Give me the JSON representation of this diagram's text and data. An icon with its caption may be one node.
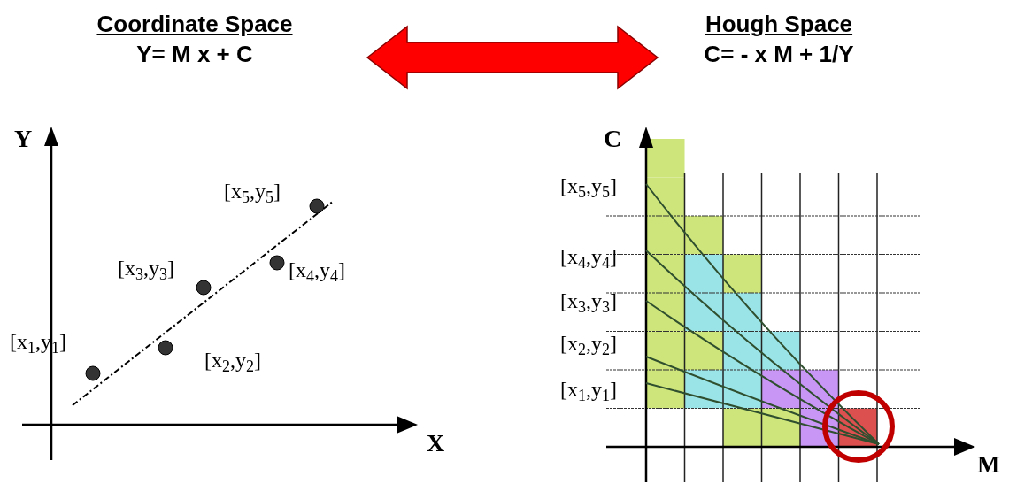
{
  "diagram": {
    "nodes": [
      {
        "text": [
          "Coordinate Space",
          "Y= M x + C"
        ]
      },
      {
        "text": [
          "Hough Space",
          "C= - x M + 1/Y"
        ]
      }
    ],
    "edges": [
      {
        "from": 0,
        "to": 1,
        "arrow": "both",
        "style": "thick",
        "color": "#ff0000"
      }
    ],
    "labels": [
      "Y",
      "[x$_{5}$,y$_{5}$]",
      "[x$_{3}$,y$_{3}$]",
      "[x$_{4}$,y$_{4}$]",
      "[x$_{1}$,y$_{1}$]",
      "[x$_{2}$,y$_{2}$]",
      "X",
      "C",
      "[x$_{5}$,y$_{5}$]",
      "[x$_{4}$,y$_{4}$]",
      "[x$_{3}$,y$_{3}$]",
      "[x$_{2}$,y$_{2}$]",
      "[x$_{1}$,y$_{1}$]",
      "M"
    ]
  }
}
